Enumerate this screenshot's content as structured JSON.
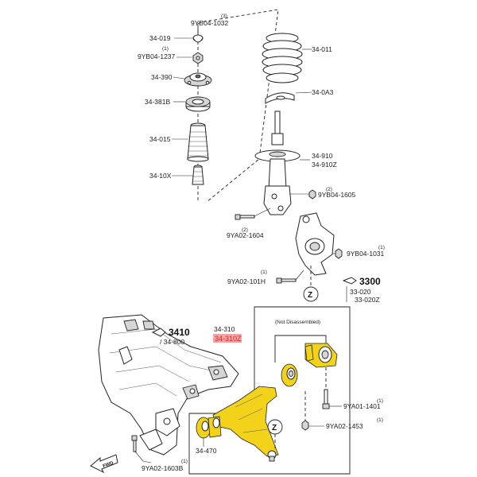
{
  "labels": {
    "p34_019": "34-019",
    "b9yb04_1032_qty": "(3)",
    "b9yb04_1032": "9YB04-1032",
    "b9yb04_1237_qty": "(1)",
    "b9yb04_1237": "9YB04-1237",
    "p34_390": "34-390",
    "p34_381b": "34-381B",
    "p34_015": "34-015",
    "p34_10x": "34-10X",
    "p34_011": "34-011",
    "p34_0a3": "34-0A3",
    "p34_910": "34-910",
    "p34_910z": "34-910Z",
    "b9yb04_1605_qty": "(2)",
    "b9yb04_1605": "9YB04-1605",
    "b9ya02_1604_qty": "(2)",
    "b9ya02_1604": "9YA02-1604",
    "b9yb04_1031_qty": "(1)",
    "b9yb04_1031": "9YB04-1031",
    "b9ya02_101h_qty": "(1)",
    "b9ya02_101h": "9YA02-101H",
    "ref3300": "3300",
    "p33_020": "33-020",
    "p33_020z": "33-020Z",
    "ref3410": "3410",
    "p34_800": "/ 34-800",
    "p34_310": "34-310",
    "p34_310z": "34-310Z",
    "not_disassembled": "(Not Disassembled)",
    "b9ya01_1401_qty": "(1)",
    "b9ya01_1401": "9YA01-1401",
    "b9ya02_1453_qty": "(1)",
    "b9ya02_1453": "9YA02-1453",
    "p34_470": "34-470",
    "b9ya02_1603b_qty": "(1)",
    "b9ya02_1603b": "9YA02-1603B",
    "z_upper": "Z",
    "z_lower": "Z",
    "fwd": "FWD"
  },
  "colors": {
    "highlight": "#f3d21a",
    "highlight_label_bg": "#f5a3a3",
    "highlight_label_text": "#d8242a",
    "line": "#222222"
  },
  "icons": {
    "z_callout": "circled-letter",
    "fwd_arrow": "forward-arrow",
    "reference_arrow": "hand-arrow"
  }
}
